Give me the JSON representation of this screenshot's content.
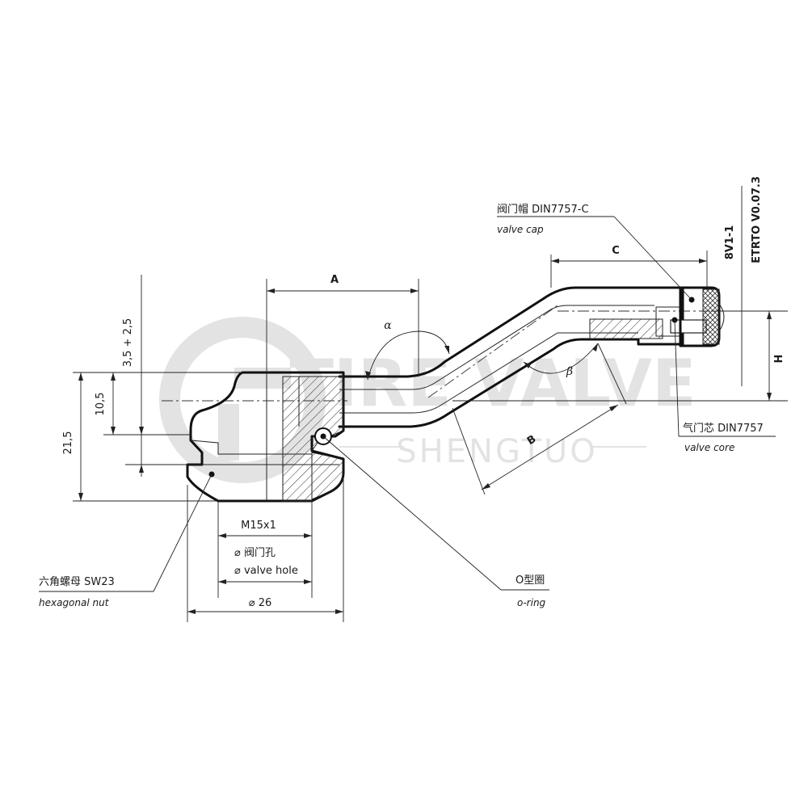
{
  "watermark": {
    "brand": "TIRE VALVE",
    "sub": "SHENGTUO",
    "color": "#e3e3e3"
  },
  "dimensions": {
    "a": "A",
    "b": "B",
    "c": "C",
    "h": "H",
    "alpha": "α",
    "beta": "β",
    "d_21_5": "21,5",
    "d_10_5": "10,5",
    "d_3_5": "3,5 + 2,5",
    "thread": "M15x1",
    "hole_cn": "⌀ 阀门孔",
    "hole_en": "⌀ valve hole",
    "d_26": "⌀ 26"
  },
  "callouts": {
    "valve_cap_cn": "阀门帽 DIN7757-C",
    "valve_cap_en": "valve cap",
    "valve_core_cn": "气门芯 DIN7757",
    "valve_core_en": "valve core",
    "hex_nut_cn": "六角螺母 SW23",
    "hex_nut_en": "hexagonal nut",
    "oring_cn": "O型圈",
    "oring_en": "o-ring"
  },
  "codes": {
    "model": "8V1-1",
    "etrto": "ETRTO V0.07.3"
  }
}
